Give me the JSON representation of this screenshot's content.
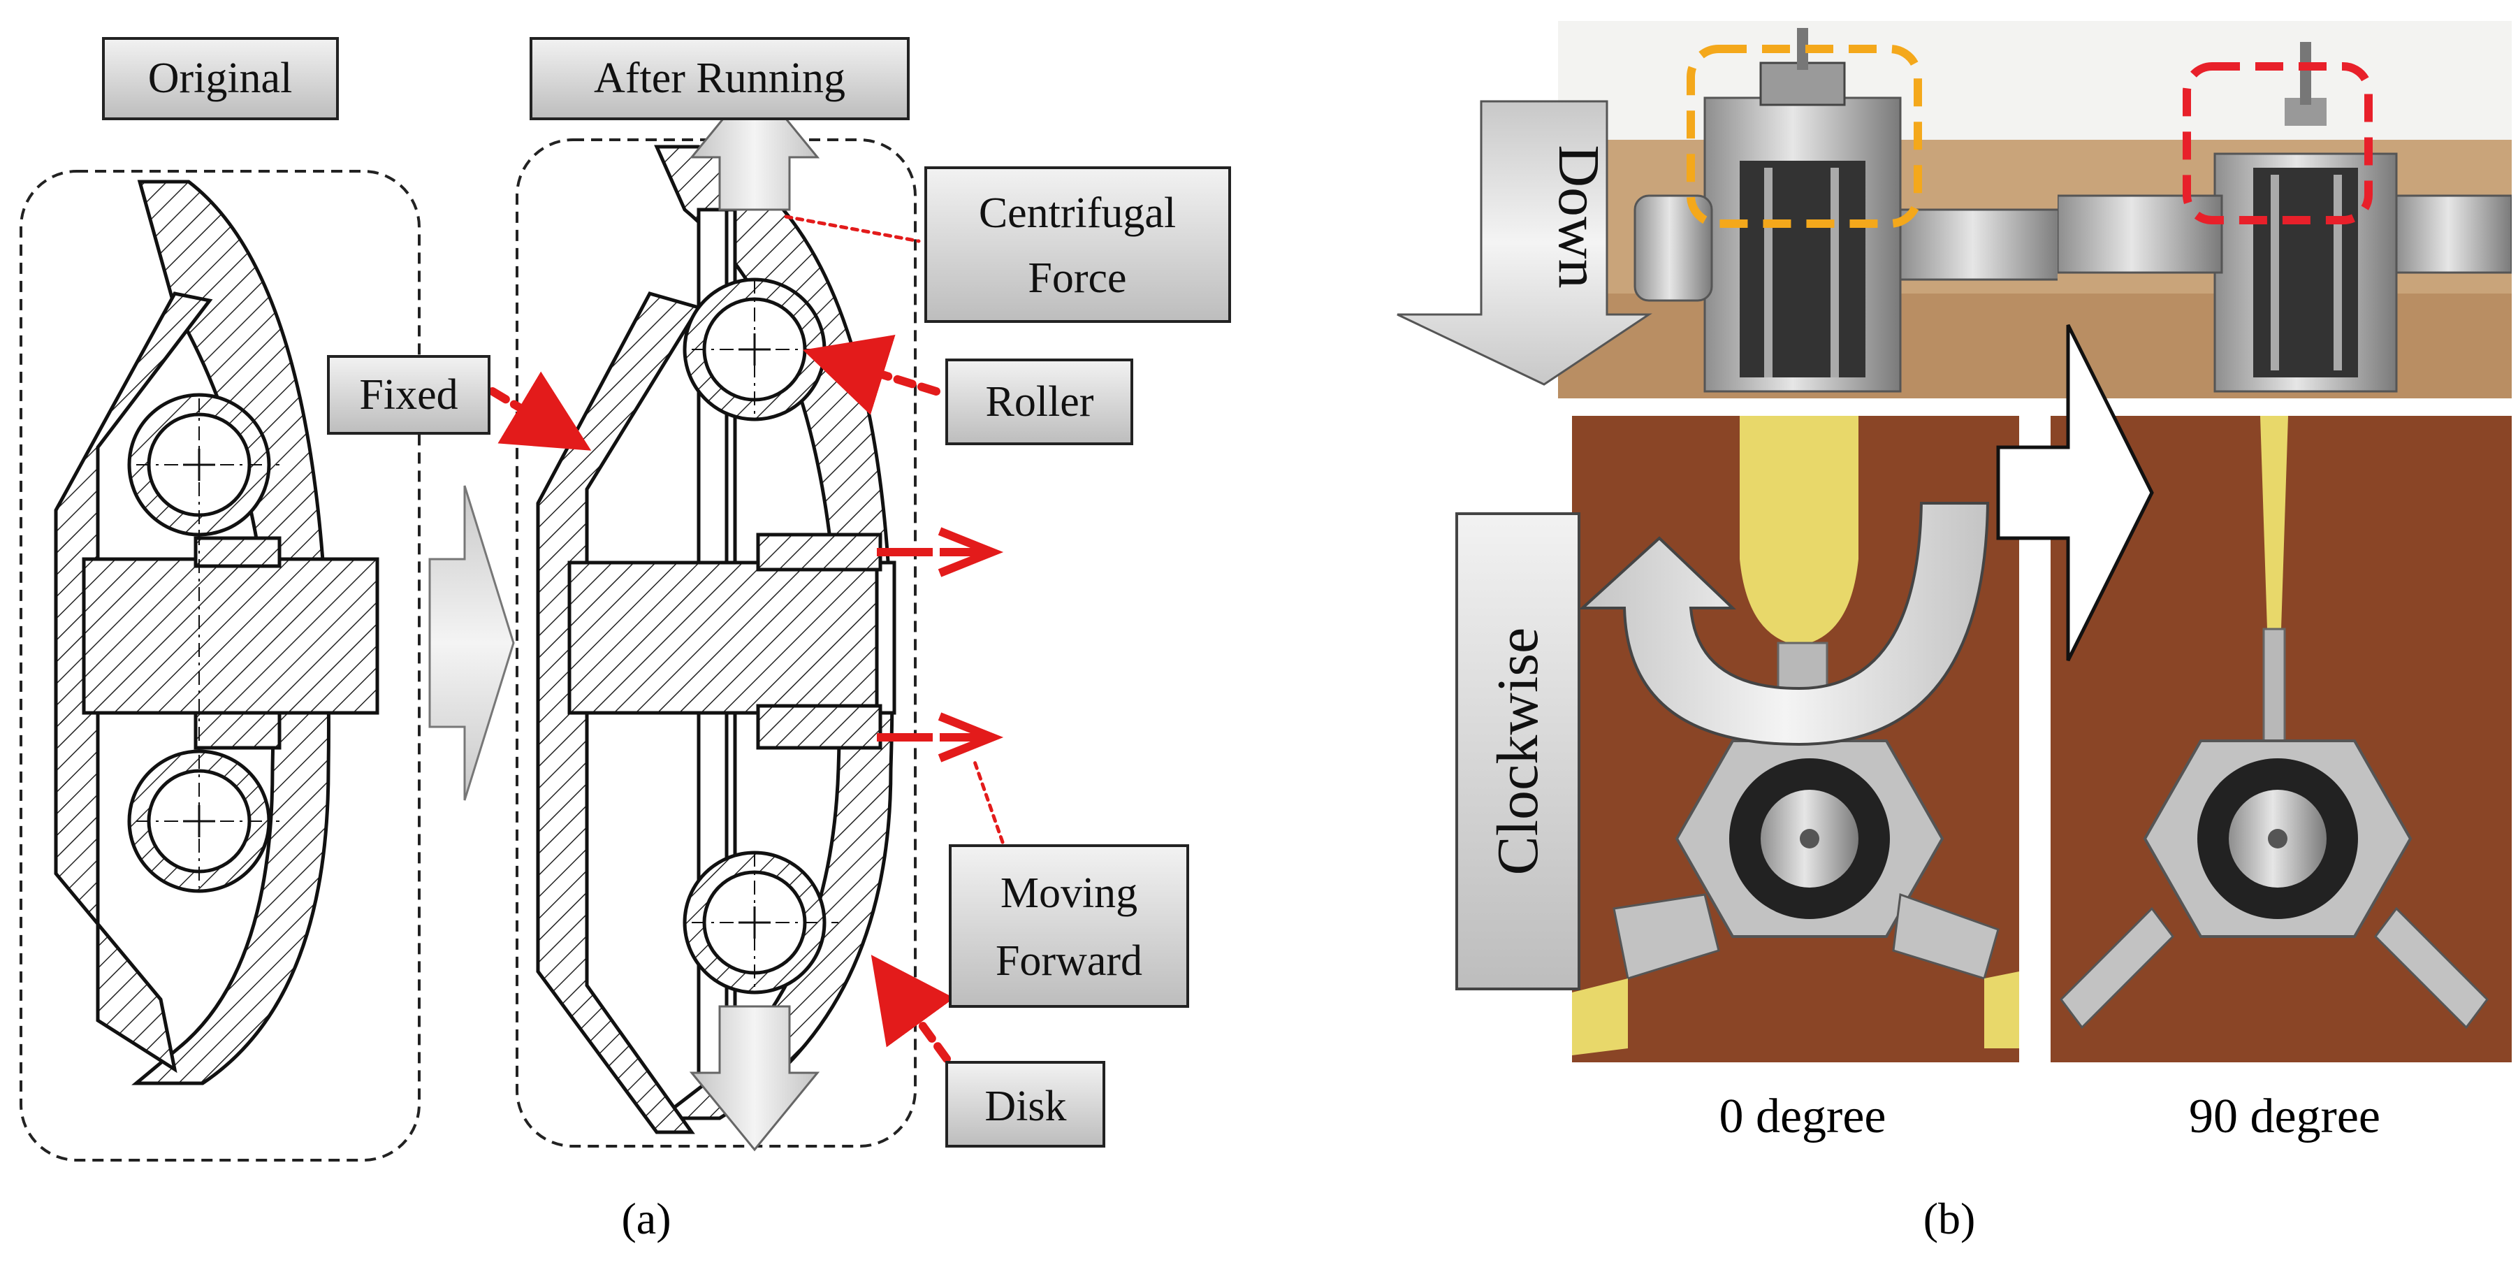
{
  "panel_a": {
    "caption": "(a)",
    "labels": {
      "original": "Original",
      "after_running": "After Running",
      "centrifugal_force": [
        "Centrifugal",
        "Force"
      ],
      "fixed": "Fixed",
      "roller": "Roller",
      "moving_forward": [
        "Moving",
        "Forward"
      ],
      "disk": "Disk"
    }
  },
  "panel_b": {
    "caption": "(b)",
    "labels": {
      "down": "Down",
      "clockwise": "Clockwise",
      "angle_0": "0 degree",
      "angle_90": "90 degree"
    }
  },
  "colors": {
    "label_box_fill": "#d6d6d6",
    "annotation_arrow": "#e31b1b",
    "highlight_orange": "#f4a81b",
    "highlight_red": "#e8202a",
    "background_table": "#8a4526"
  }
}
